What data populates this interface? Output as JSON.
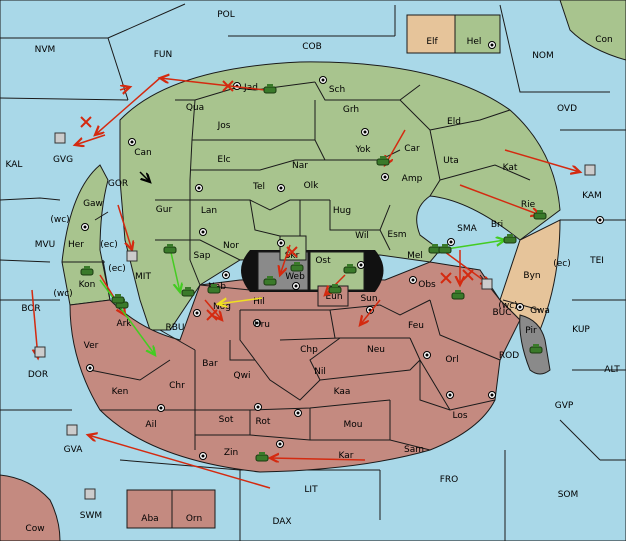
{
  "regions": {
    "POL": "POL",
    "NVM": "NVM",
    "FUN": "FUN",
    "COB": "COB",
    "Elf": "Elf",
    "Hel": "Hel",
    "Con": "Con",
    "NOM": "NOM",
    "OVD": "OVD",
    "Jad": "Jad",
    "Sch": "Sch",
    "Qua": "Qua",
    "Jos": "Jos",
    "Grh": "Grh",
    "Eld": "Eld",
    "Can": "Can",
    "Yok": "Yok",
    "Car": "Car",
    "Uta": "Uta",
    "Elc": "Elc",
    "Nar": "Nar",
    "Kat": "Kat",
    "KAM": "KAM",
    "KAL": "KAL",
    "GVG": "GVG",
    "GOR": "GOR",
    "Tel": "Tel",
    "Olk": "Olk",
    "Amp": "Amp",
    "Gaw": "Gaw",
    "Gur": "Gur",
    "Lan": "Lan",
    "Hug": "Hug",
    "Rie": "Rie",
    "wc1": "(wc)",
    "ec1": "(ec)",
    "Her": "Her",
    "MVU": "MVU",
    "Nor": "Nor",
    "Esm": "Esm",
    "Wil": "Wil",
    "SMA": "SMA",
    "Bri": "Bri",
    "Skr": "Skr",
    "Sap": "Sap",
    "Ost": "Ost",
    "Mel": "Mel",
    "Web": "Web",
    "ec2": "(ec)",
    "ec3": "(ec)",
    "Byn": "Byn",
    "TEI": "TEI",
    "MIT": "MIT",
    "Kon": "Kon",
    "Nab": "Nab",
    "Eun": "Eun",
    "Obs": "Obs",
    "wc2": "(wc)",
    "wc3": "(wc)",
    "Gwa": "Gwa",
    "Hil": "Hil",
    "Sun": "Sun",
    "BUC": "BUC",
    "BOR": "BOR",
    "Ark": "Ark",
    "Nog": "Nog",
    "KUP": "KUP",
    "RBU": "RBU",
    "Uru": "Uru",
    "Feu": "Feu",
    "Pir": "Pir",
    "Chp": "Chp",
    "Neu": "Neu",
    "Ver": "Ver",
    "DOR": "DOR",
    "Bar": "Bar",
    "Orl": "Orl",
    "ROD": "ROD",
    "Nil": "Nil",
    "ALT": "ALT",
    "Qwi": "Qwi",
    "Ken": "Ken",
    "Chr": "Chr",
    "Kaa": "Kaa",
    "GVP": "GVP",
    "Sot": "Sot",
    "Los": "Los",
    "Ail": "Ail",
    "Rot": "Rot",
    "Mou": "Mou",
    "GVA": "GVA",
    "Sam": "Sam",
    "Zin": "Zin",
    "Kar": "Kar",
    "FRO": "FRO",
    "LIT": "LIT",
    "SOM": "SOM",
    "SWM": "SWM",
    "Aba": "Aba",
    "Orn": "Orn",
    "Cow": "Cow",
    "DAX": "DAX"
  },
  "label_positions_note": "",
  "colors": {
    "sea": "#a9d8e8",
    "green": "#a8c48e",
    "red": "#c48a80",
    "tan": "#e6c49a",
    "grey": "#8a8a8a",
    "order_red": "#d42a10",
    "order_green": "#44cc22",
    "order_yellow": "#f0e020",
    "army": "#3a7a2a"
  }
}
